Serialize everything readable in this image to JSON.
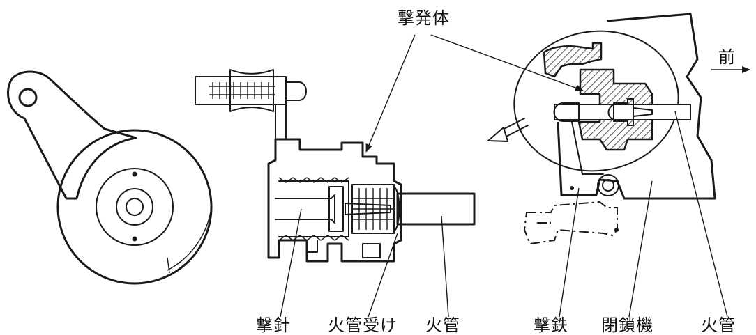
{
  "labels": {
    "striker_body": "撃発体",
    "forward": "前",
    "firing_pin": "撃針",
    "primer_holder": "火管受け",
    "primer_left": "火管",
    "hammer": "撃鉄",
    "breech_block": "閉鎖機",
    "primer_right": "火管"
  },
  "colors": {
    "line": "#1a1a1a",
    "background": "#ffffff"
  }
}
